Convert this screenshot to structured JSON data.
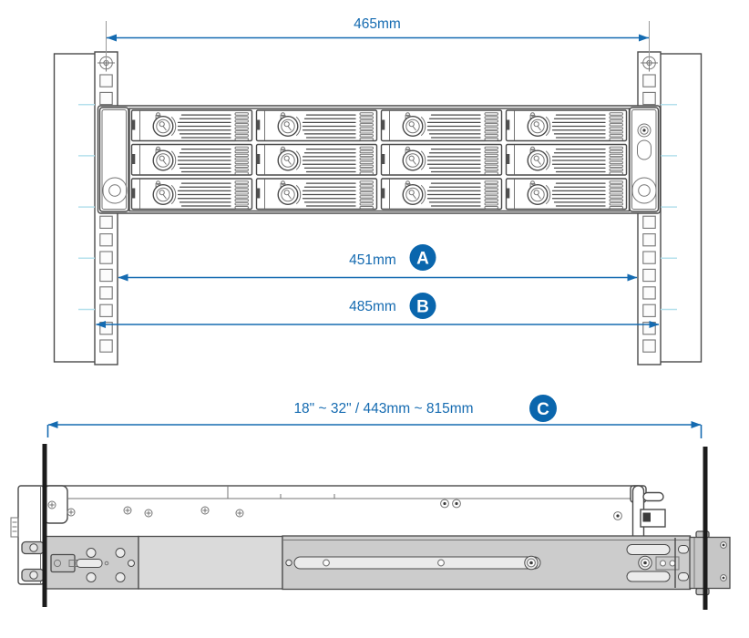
{
  "colors": {
    "dimension_blue": "#156bb1",
    "badge_blue": "#0a66ad",
    "badge_text": "#ffffff",
    "outline_dark": "#4a4a4a",
    "outline_mid": "#757575",
    "rail_gray": "#cccccc",
    "rail_gray_light": "#dadada",
    "unit_tick_cyan": "#b4e0ec",
    "post_black": "#1c1c1c",
    "background": "#ffffff"
  },
  "front_view": {
    "dim_top": {
      "label": "465mm"
    },
    "dim_a": {
      "label": "451mm",
      "badge": "A"
    },
    "dim_b": {
      "label": "485mm",
      "badge": "B"
    },
    "drive_bays": {
      "rows": 3,
      "columns": 4,
      "total": 12
    },
    "rack_posts": {
      "count": 2,
      "holes_per_post": 16
    }
  },
  "side_view": {
    "dim_c": {
      "label": "18\" ~ 32\" / 443mm ~ 815mm",
      "badge": "C"
    }
  }
}
